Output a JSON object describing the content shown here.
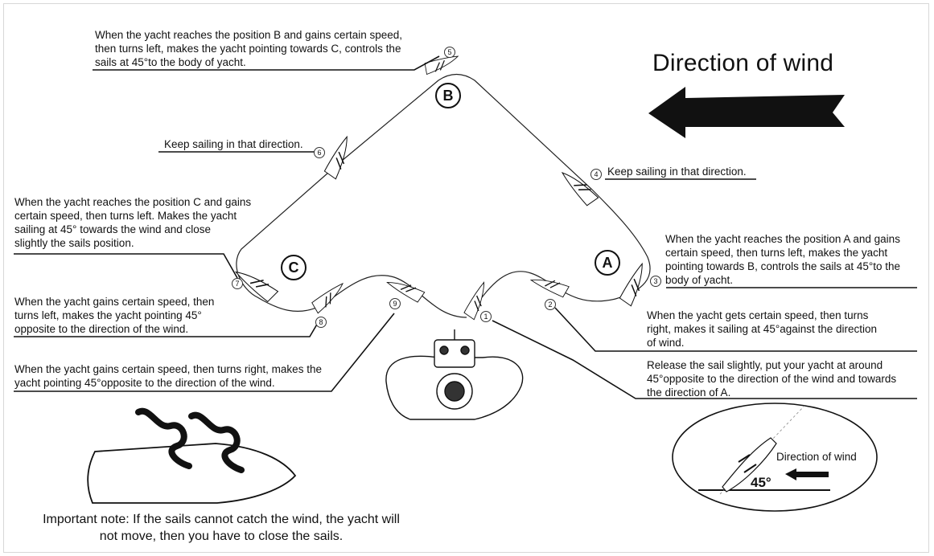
{
  "title": "Direction of wind",
  "positions": {
    "a": "A",
    "b": "B",
    "c": "C"
  },
  "steps": [
    "1",
    "2",
    "3",
    "4",
    "5",
    "6",
    "7",
    "8",
    "9"
  ],
  "annotations": {
    "step5": "When the yacht reaches the position B and gains certain speed,\nthen turns left, makes the yacht pointing towards C, controls the\nsails at 45°to the body of yacht.",
    "step6": "Keep sailing in that direction.",
    "step4": "Keep sailing in that direction.",
    "step7": "When the yacht reaches the position C and gains\ncertain speed, then turns left. Makes the yacht\nsailing at 45° towards the wind and close\nslightly the sails position.",
    "step3": "When the yacht reaches the position A and gains\ncertain speed, then turns left, makes the yacht\npointing towards B, controls the sails at 45°to the\nbody of yacht.",
    "step8": "When the yacht gains certain speed, then\nturns left, makes the   yacht pointing 45°\nopposite to the direction of the wind.",
    "step2": "When the yacht gets certain speed, then turns\nright, makes it sailing at 45°against the direction\nof wind.",
    "step9": "When the yacht gains certain speed, then turns right, makes the\nyacht pointing 45°opposite to the direction of the wind.",
    "step1": "Release the sail slightly, put your yacht at around\n45°opposite to the direction of the wind and towards\nthe direction of A."
  },
  "inset": {
    "label": "Direction of wind",
    "angle": "45°"
  },
  "note": "Important note: If the sails cannot catch the wind, the yacht will\nnot move, then you have to close the sails."
}
